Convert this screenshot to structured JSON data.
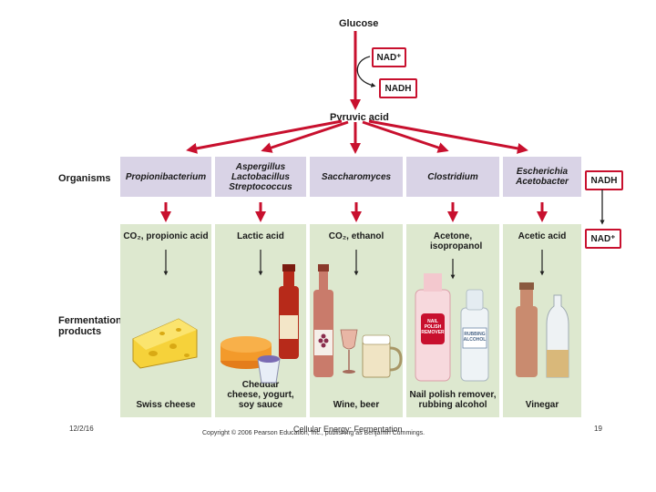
{
  "glucose": "Glucose",
  "nad_plus": "NAD⁺",
  "nadh": "NADH",
  "pyruvic_acid": "Pyruvic acid",
  "row_organisms": "Organisms",
  "row_products": "Fermentation products",
  "organisms": [
    {
      "name": "Propionibacterium"
    },
    {
      "name": "Aspergillus Lactobacillus Streptococcus"
    },
    {
      "name": "Saccharomyces"
    },
    {
      "name": "Clostridium"
    },
    {
      "name": "Escherichia Acetobacter"
    }
  ],
  "products": [
    {
      "chemical": "CO₂, propionic acid",
      "food": "Swiss cheese"
    },
    {
      "chemical": "Lactic acid",
      "food": "Cheddar cheese, yogurt, soy sauce"
    },
    {
      "chemical": "CO₂, ethanol",
      "food": "Wine, beer"
    },
    {
      "chemical": "Acetone, isopropanol",
      "food": "Nail polish remover, rubbing alcohol"
    },
    {
      "chemical": "Acetic acid",
      "food": "Vinegar"
    }
  ],
  "right_nadh": "NADH",
  "right_nad_plus": "NAD⁺",
  "bottle_labels": {
    "nail_polish": "NAIL POLISH REMOVER",
    "rubbing": "RUBBING ALCOHOL"
  },
  "footer": {
    "date": "12/2/16",
    "title": "Cellular Energy: Fermentation",
    "copyright": "Copyright © 2006 Pearson Education, Inc., publishing as Benjamin Cummings.",
    "page": "19"
  },
  "colors": {
    "arrow": "#c8102e",
    "organism_bg": "#d9d3e6",
    "product_bg": "#dde8cf"
  }
}
